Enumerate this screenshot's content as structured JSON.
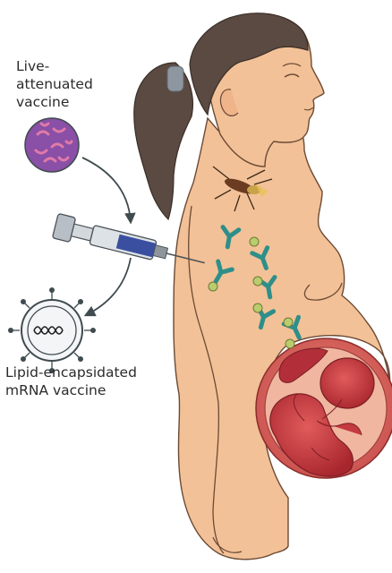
{
  "labels": {
    "live_line1": "Live-",
    "live_line2": "attenuated",
    "live_line3": "vaccine",
    "mrna_line1": "Lipid-encapsidated",
    "mrna_line2": "mRNA vaccine"
  },
  "colors": {
    "skin": "#f3c197",
    "skin_outline": "#6b4a35",
    "hair": "#5b4a41",
    "hair_tie": "#8e96a0",
    "virus_particle": "#8a4fa6",
    "virus_worm": "#e07aa8",
    "antibody": "#2e8f8a",
    "antigen": "#b9cc6e",
    "uterus": "#d8675b",
    "fetus": "#c33a3f",
    "syringe_barrel": "#b8bec6",
    "syringe_fluid": "#3a4fa0",
    "mosquito": "#6b3b22",
    "arrow": "#3f4b4f"
  },
  "icons": [
    "virus-particle-icon",
    "syringe-icon",
    "lipid-nanoparticle-icon",
    "mosquito-icon",
    "antibody-icon",
    "fetus-icon"
  ]
}
